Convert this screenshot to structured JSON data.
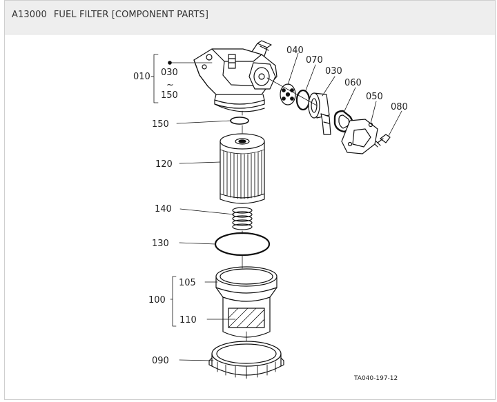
{
  "header": {
    "code": "A13000",
    "title": "FUEL FILTER [COMPONENT PARTS]"
  },
  "diagram": {
    "drawing_id": "TA040-197-12",
    "callouts": {
      "p010": "010",
      "p030_range_start": "030",
      "range_tilde": "~",
      "p150_range_end": "150",
      "p040": "040",
      "p070": "070",
      "p030": "030",
      "p060": "060",
      "p050": "050",
      "p080": "080",
      "p150": "150",
      "p120": "120",
      "p140": "140",
      "p130": "130",
      "p105": "105",
      "p100": "100",
      "p110": "110",
      "p090": "090"
    }
  }
}
